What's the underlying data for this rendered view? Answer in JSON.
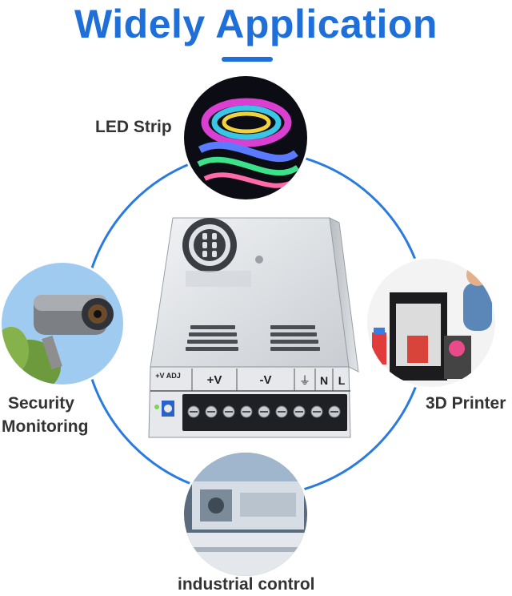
{
  "header": {
    "title": "Widely Application"
  },
  "applications": [
    {
      "label": "LED Strip",
      "icon": "led-strip-photo"
    },
    {
      "label": "Security",
      "label2": "Monitoring",
      "icon": "security-camera-photo"
    },
    {
      "label": "3D Printer",
      "icon": "3d-printer-photo"
    },
    {
      "label": "industrial control",
      "icon": "industrial-machine-photo"
    }
  ],
  "product": {
    "terminals": {
      "adj": "+V ADJ",
      "vpos": "+V",
      "vneg": "-V",
      "ground": "⏚",
      "n": "N",
      "l": "L"
    }
  },
  "colors": {
    "accent": "#1e6fd9",
    "ring": "#2a7be0",
    "label": "#333333"
  }
}
